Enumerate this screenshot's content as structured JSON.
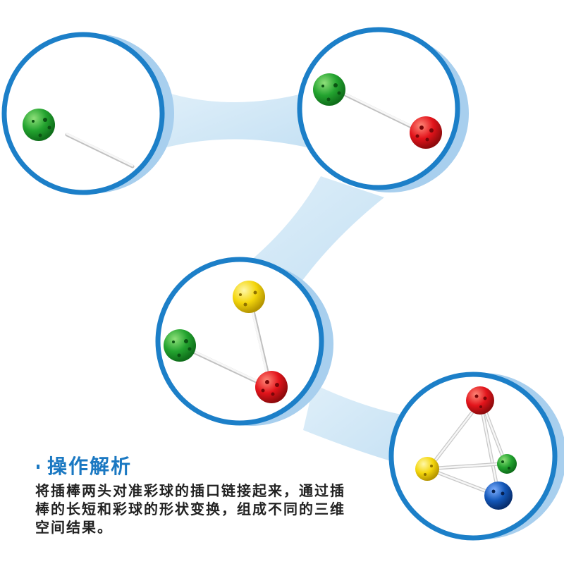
{
  "analysis": {
    "title": "操作解析",
    "body": "将插棒两头对准彩球的插口链接起来，通过插棒的长短和彩球的形状变换，组成不同的三维空间结果。"
  },
  "colors": {
    "ring_blue": "#1c7fc8",
    "ring_light_blue": "#9cc9ea",
    "connector_light_blue": "#c9e4f6",
    "ball_green": "#23a32f",
    "ball_red": "#e3141b",
    "ball_yellow": "#f4d60c",
    "ball_blue": "#1357b8",
    "stick_white": "#f2f2f2"
  },
  "steps": [
    {
      "balls": [
        "green"
      ]
    },
    {
      "balls": [
        "green",
        "red"
      ]
    },
    {
      "balls": [
        "yellow",
        "green",
        "red"
      ]
    },
    {
      "balls": [
        "red",
        "yellow",
        "green",
        "blue"
      ]
    }
  ]
}
